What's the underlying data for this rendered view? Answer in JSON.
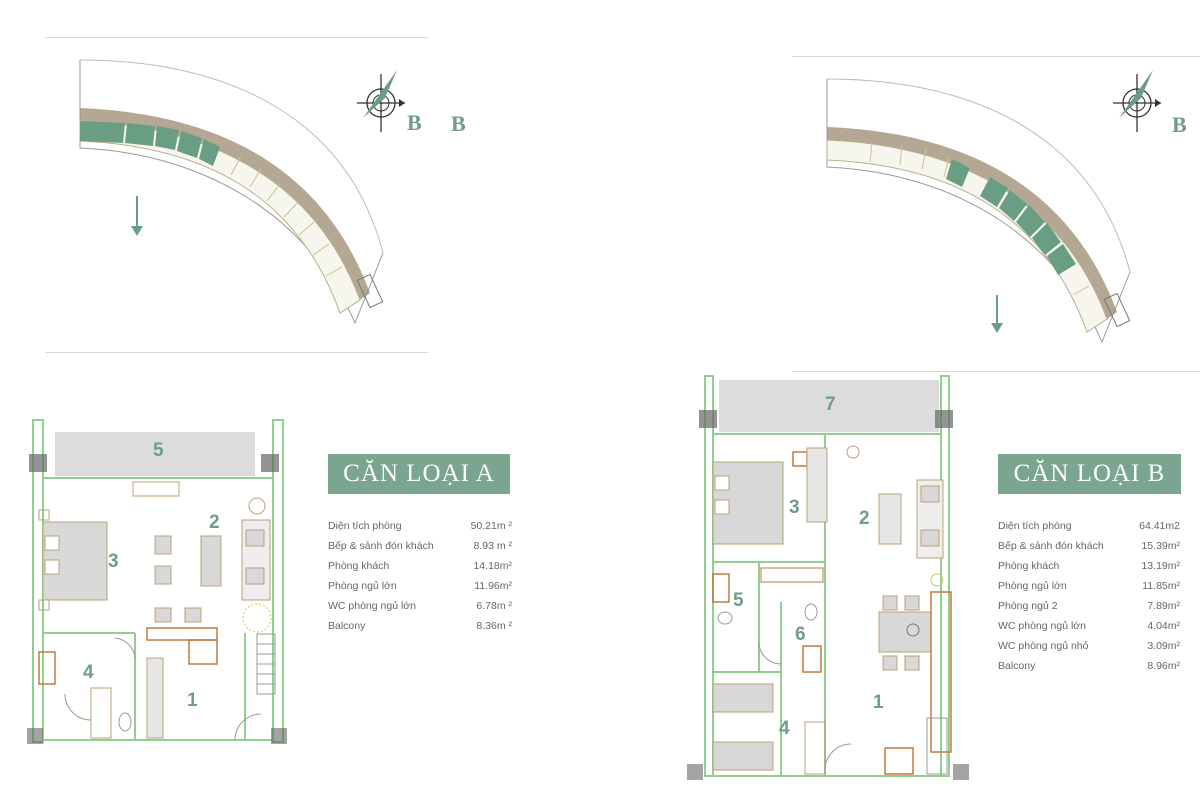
{
  "key_plan_a": {
    "compass_label": "B"
  },
  "key_plan_b": {
    "compass_label": "B"
  },
  "plan_a": {
    "title": "CĂN LOẠI A",
    "room_numbers": [
      "1",
      "2",
      "3",
      "4",
      "5"
    ],
    "specs": [
      {
        "label": "Diện tích phòng",
        "value": "50.21m ²"
      },
      {
        "label": "Bếp & sảnh đón khách",
        "value": "8.93 m ²"
      },
      {
        "label": "Phòng khách",
        "value": "14.18m²"
      },
      {
        "label": "Phòng ngủ lớn",
        "value": "11.96m²"
      },
      {
        "label": "WC phòng ngủ lớn",
        "value": "6.78m ²"
      },
      {
        "label": "Balcony",
        "value": "8.36m ²"
      }
    ]
  },
  "plan_b": {
    "title": "CĂN LOẠI B",
    "room_numbers": [
      "1",
      "2",
      "3",
      "4",
      "5",
      "6",
      "7"
    ],
    "specs": [
      {
        "label": "Diện tích phòng",
        "value": "64.41m2"
      },
      {
        "label": "Bếp & sảnh đón khách",
        "value": "15.39m²"
      },
      {
        "label": "Phòng khách",
        "value": "13.19m²"
      },
      {
        "label": "Phòng ngủ lớn",
        "value": "11.85m²"
      },
      {
        "label": "Phòng ngủ 2",
        "value": "7.89m²"
      },
      {
        "label": "WC phòng ngủ lớn",
        "value": "4.04m²"
      },
      {
        "label": "WC phòng ngủ nhỏ",
        "value": "3.09m²"
      },
      {
        "label": "Balcony",
        "value": "8.96m²"
      }
    ]
  },
  "colors": {
    "accent": "#7aa58f",
    "unit_highlight": "#6a9e84",
    "wall": "#8fcf8f",
    "furniture": "#b8a27a"
  }
}
